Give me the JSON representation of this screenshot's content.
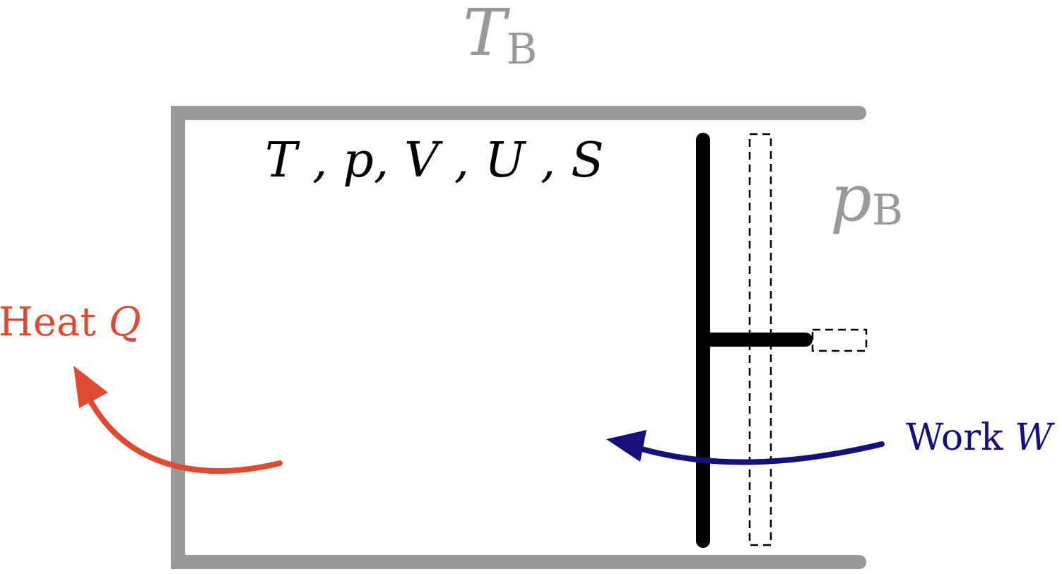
{
  "colors": {
    "container": "#999999",
    "heat": "#E04A32",
    "work": "#16107A",
    "piston": "#000000",
    "background": "#ffffff"
  },
  "bath": {
    "temperature_symbol": "T",
    "temperature_subscript": "B",
    "pressure_symbol": "p",
    "pressure_subscript": "B"
  },
  "system": {
    "state_variables": "T , p, V , U , S"
  },
  "heat": {
    "word": "Heat",
    "symbol": "Q"
  },
  "work": {
    "word": "Work",
    "symbol": "W"
  }
}
